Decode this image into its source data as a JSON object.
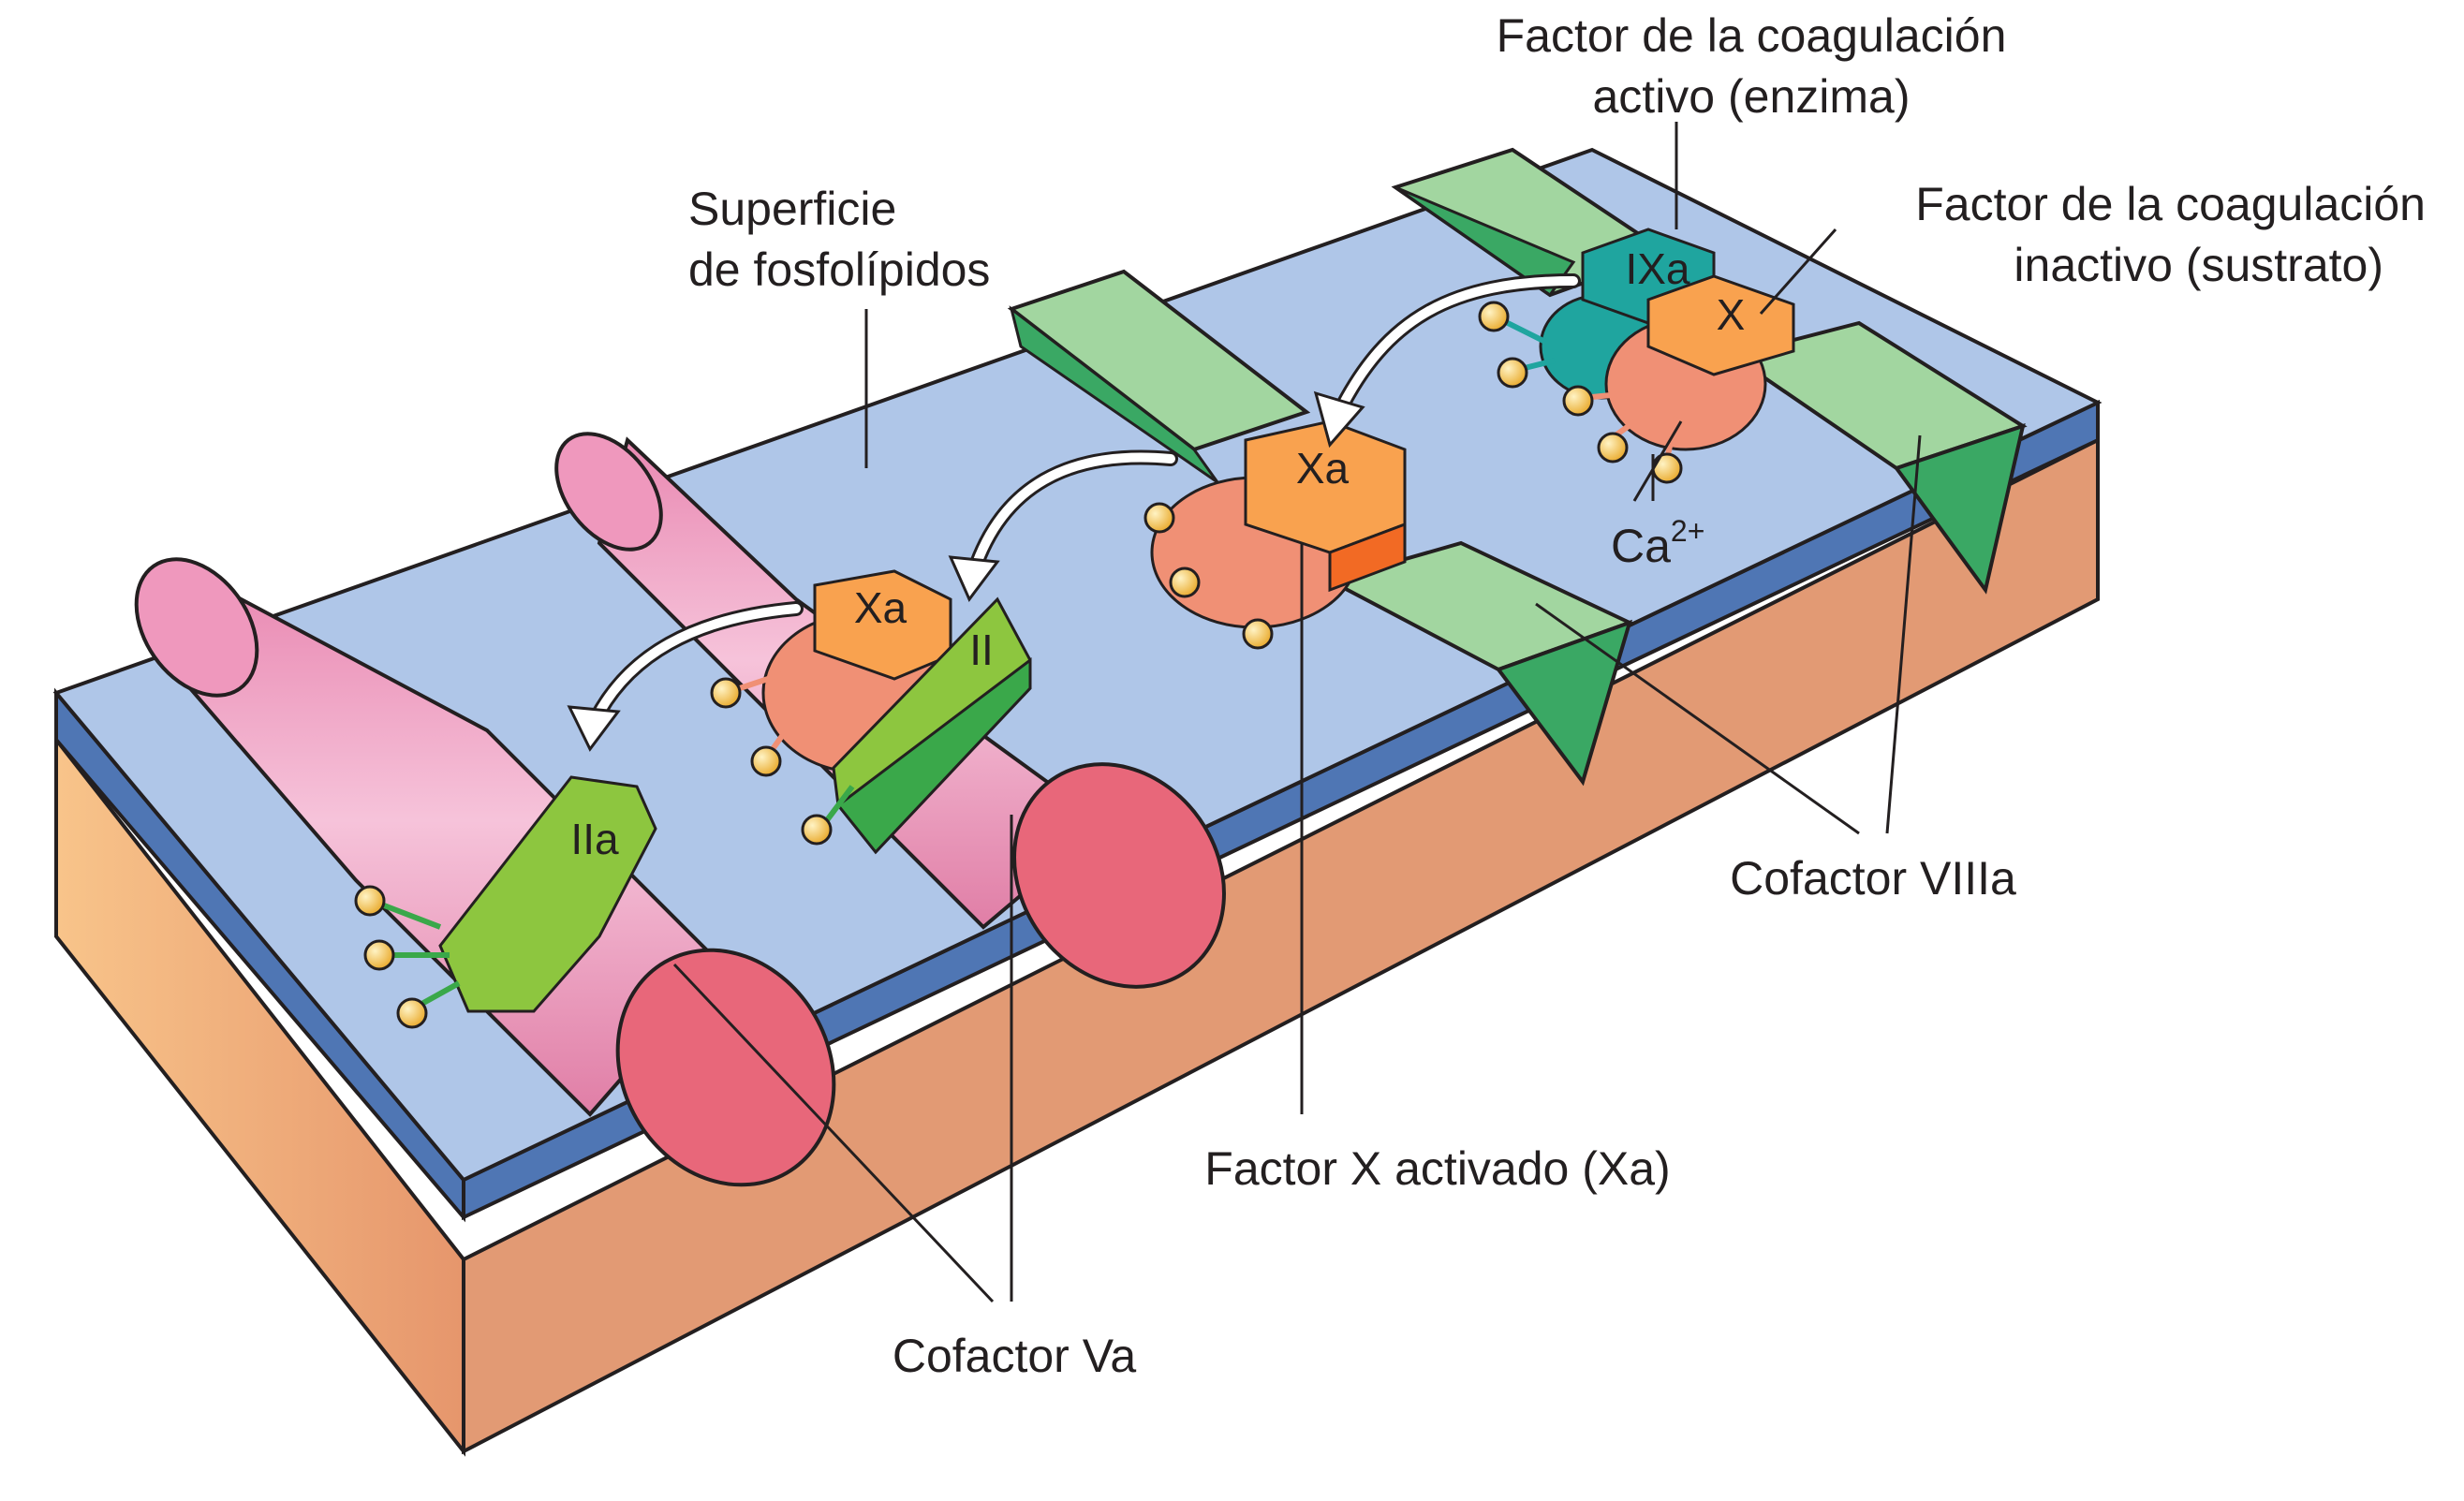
{
  "labels": {
    "surface_line1": "Superficie",
    "surface_line2": "de fosfolípidos",
    "active_line1": "Factor de la coagulación",
    "active_line2": "activo (enzima)",
    "inactive_line1": "Factor de la coagulación",
    "inactive_line2": "inactivo (sustrato)",
    "cofactor_viiia": "Cofactor VIIIa",
    "factor_xa_activated": "Factor X activado (Xa)",
    "cofactor_va": "Cofactor Va",
    "calcium": "Ca",
    "calcium_charge": "2+"
  },
  "molecules": {
    "ixa": "IXa",
    "x": "X",
    "xa_upper": "Xa",
    "xa_lower": "Xa",
    "ii": "II",
    "iia": "IIa"
  },
  "colors": {
    "membrane_top": "#afc6e8",
    "membrane_edge": "#4c74b0",
    "slab_front": "#f5b77c",
    "slab_side": "#d98c69",
    "cofactor_viiia_light": "#a2d6a0",
    "cofactor_viiia_dark": "#3aa864",
    "cofactor_va_pink": "#ef98bd",
    "cofactor_va_end": "#e8677a",
    "enzyme_ixa": "#1fa59f",
    "factor_x_orange": "#f9a24f",
    "protein_salmon": "#f09075",
    "prothrombin_green": "#8dc63f",
    "calcium_ball": "#f6c643"
  }
}
